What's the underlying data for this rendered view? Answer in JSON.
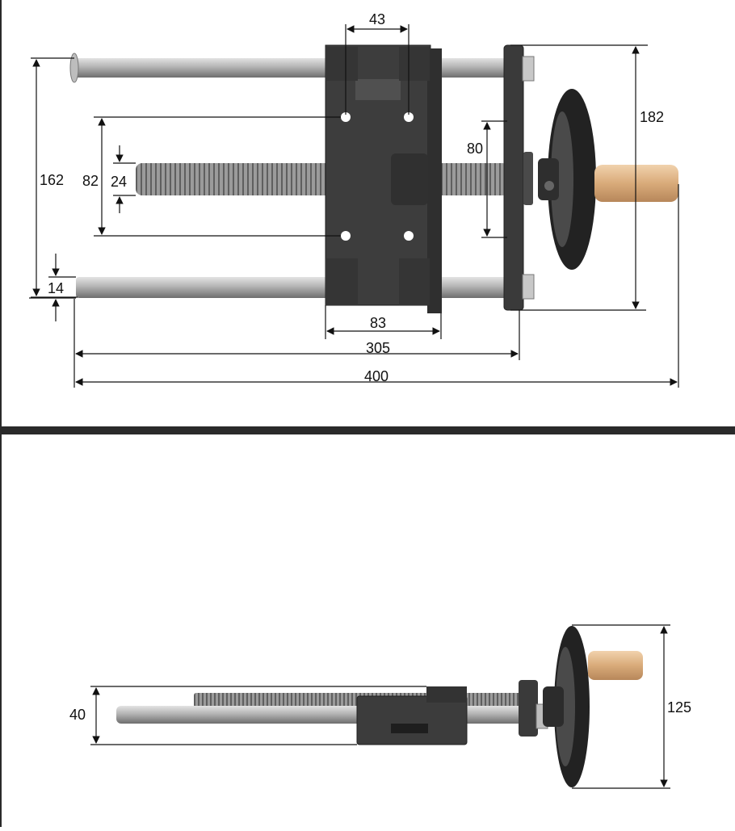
{
  "colors": {
    "background": "#ffffff",
    "divider": "#2a2a2a",
    "cast_iron": "#3c3c3c",
    "steel": "#a9a9a9",
    "thread": "#8e8e8e",
    "wood_handle": "#dcb184",
    "dimension_line": "#111111"
  },
  "top_view": {
    "dimensions": {
      "guide_hole_spacing": "43",
      "overall_height": "182",
      "spindle_travel": "80",
      "guide_rod_spacing": "162",
      "mounting_hole_spacing": "82",
      "screw_diameter": "24",
      "rod_diameter": "14",
      "jaw_width": "83",
      "rod_length": "305",
      "overall_length": "400"
    }
  },
  "side_view": {
    "dimensions": {
      "body_height": "40",
      "handwheel_diameter": "125"
    }
  }
}
